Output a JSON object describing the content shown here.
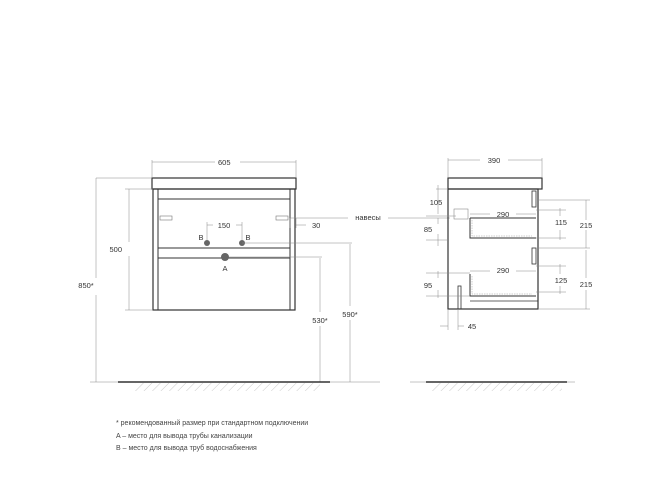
{
  "front_view": {
    "width_label": "605",
    "cabinet_height_label": "500",
    "total_height_label": "850*",
    "pipe_spacing_label": "150",
    "hinge_offset_label": "30",
    "outlet_a_label": "A",
    "outlet_b_left_label": "B",
    "outlet_b_right_label": "B",
    "outlet_a_height_label": "530*",
    "outlet_b_height_label": "590*"
  },
  "hinges_label": "навесы",
  "side_view": {
    "depth_label": "390",
    "top_offset_label": "105",
    "hinge_gap_label": "85",
    "drawer_top_depth_label": "290",
    "drawer_top_height_label": "115",
    "section_top_height_label": "215",
    "drawer_bottom_depth_label": "290",
    "drawer_bottom_height_label": "125",
    "section_bottom_height_label": "215",
    "bottom_gap_label": "95",
    "back_offset_label": "45"
  },
  "legend": {
    "note": "* рекомендованный размер при стандартном подключении",
    "a": "A – место для вывода трубы канализации",
    "b": "B – место для вывода труб водоснабжения"
  },
  "colors": {
    "line": "#333333",
    "dim_line": "#888888",
    "outlet": "#666666"
  }
}
